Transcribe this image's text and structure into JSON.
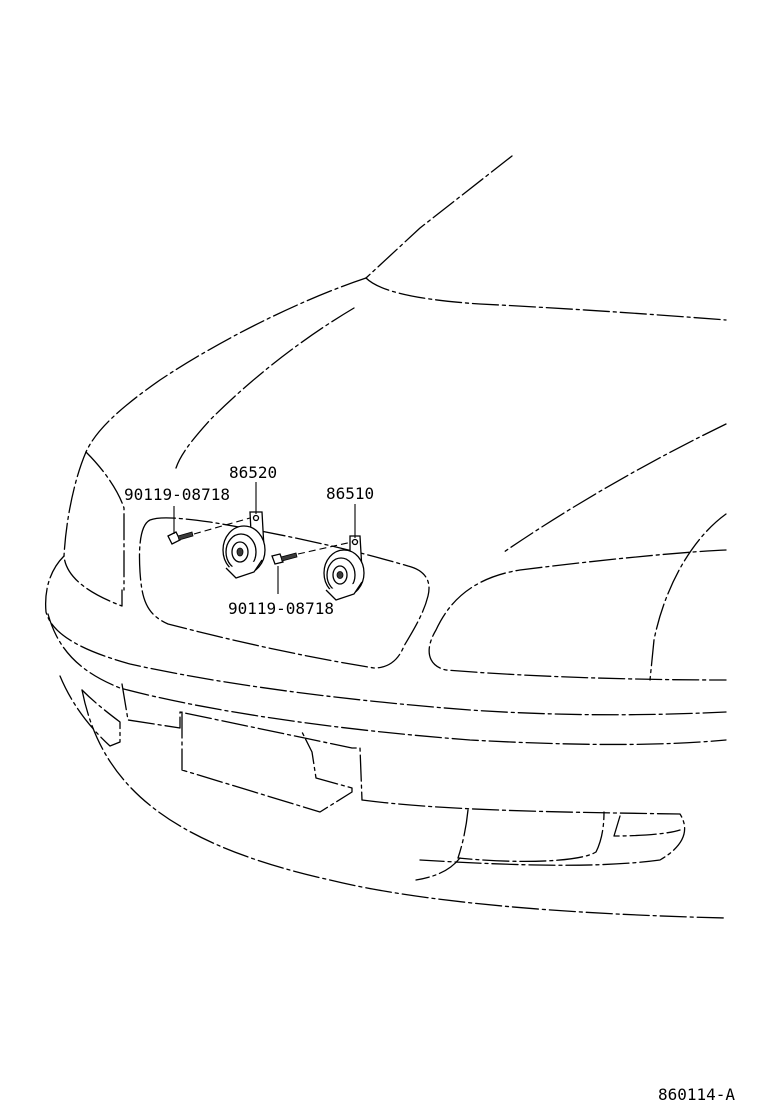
{
  "diagram": {
    "figure_code": "860114-A",
    "parts": [
      {
        "part_number": "86520",
        "description_icon": "horn-low-pitch-icon"
      },
      {
        "part_number": "86510",
        "description_icon": "horn-high-pitch-icon"
      }
    ],
    "fasteners": [
      {
        "part_number": "90119-08718",
        "description_icon": "bolt-icon"
      },
      {
        "part_number": "90119-08718",
        "description_icon": "bolt-icon"
      }
    ],
    "line_color": "#000000",
    "background_color": "#ffffff"
  }
}
